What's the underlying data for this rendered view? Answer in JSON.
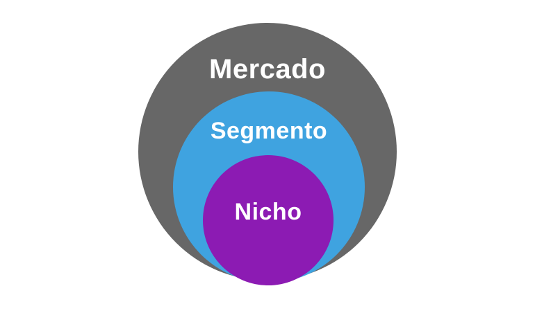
{
  "diagram": {
    "type": "nested-circles",
    "background_color": "#ffffff",
    "label_color": "#ffffff",
    "rings": [
      {
        "label": "Mercado",
        "color": "#676767"
      },
      {
        "label": "Segmento",
        "color": "#3fa3e0"
      },
      {
        "label": "Nicho",
        "color": "#8c1bb3"
      }
    ]
  }
}
